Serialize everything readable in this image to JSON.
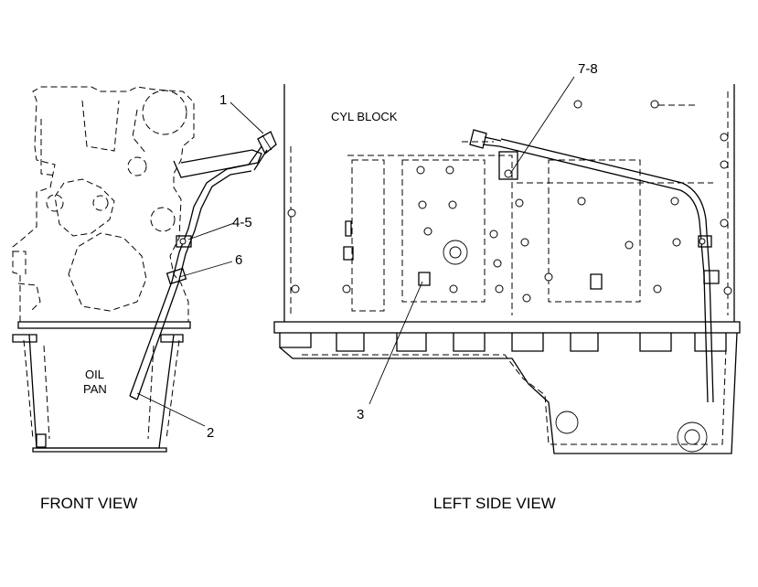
{
  "callouts": {
    "c1": "1",
    "c2": "2",
    "c3": "3",
    "c45": "4-5",
    "c6": "6",
    "c78": "7-8"
  },
  "labels": {
    "oil_pan_line1": "OIL",
    "oil_pan_line2": "PAN",
    "cyl_block": "CYL BLOCK"
  },
  "views": {
    "front": "FRONT VIEW",
    "left_side": "LEFT SIDE VIEW"
  }
}
